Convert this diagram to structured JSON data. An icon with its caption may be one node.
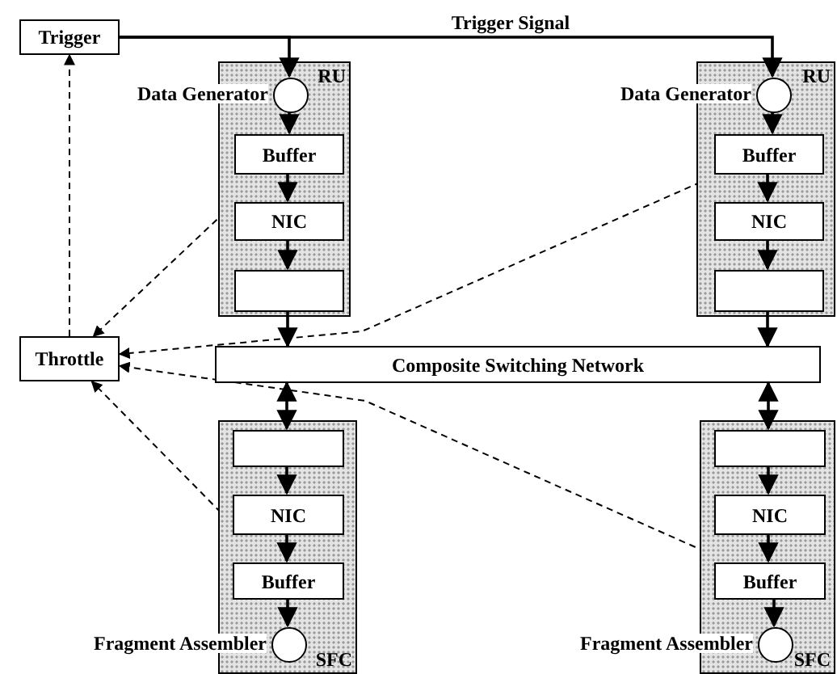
{
  "diagram": {
    "nodes": [
      {
        "text": [
          "Trigger"
        ]
      },
      {
        "text": [
          "RU"
        ]
      },
      {
        "text": [],
        "shape": "circle",
        "in": 1,
        "beside": [
          "Data Generator"
        ]
      },
      {
        "text": [
          "Buffer"
        ],
        "in": 1
      },
      {
        "text": [
          "NIC"
        ],
        "in": 1
      },
      {
        "text": [],
        "shape": "box",
        "in": 1
      },
      {
        "text": [
          "RU"
        ]
      },
      {
        "text": [],
        "shape": "circle",
        "in": 6,
        "beside": [
          "Data Generator"
        ]
      },
      {
        "text": [
          "Buffer"
        ],
        "in": 6
      },
      {
        "text": [
          "NIC"
        ],
        "in": 6
      },
      {
        "text": [],
        "shape": "box",
        "in": 6
      },
      {
        "text": [
          "Throttle"
        ]
      },
      {
        "text": [
          "Composite Switching Network"
        ]
      },
      {
        "text": [
          "SFC"
        ]
      },
      {
        "text": [],
        "shape": "box",
        "in": 13
      },
      {
        "text": [
          "NIC"
        ],
        "in": 13
      },
      {
        "text": [
          "Buffer"
        ],
        "in": 13
      },
      {
        "text": [],
        "shape": "circle",
        "in": 13,
        "beside": [
          "Fragment Assembler"
        ]
      },
      {
        "text": [
          "SFC"
        ]
      },
      {
        "text": [],
        "shape": "box",
        "in": 18
      },
      {
        "text": [
          "NIC"
        ],
        "in": 18
      },
      {
        "text": [
          "Buffer"
        ],
        "in": 18
      },
      {
        "text": [],
        "shape": "circle",
        "in": 18,
        "beside": [
          "Fragment Assembler"
        ]
      }
    ],
    "edges": [
      {
        "from": 0,
        "to": 2,
        "arrow": "to"
      },
      {
        "from": 0,
        "to": 7,
        "arrow": "to",
        "label": "Trigger Signal"
      },
      {
        "from": 11,
        "to": 0,
        "arrow": "to",
        "style": "dashed"
      },
      {
        "from": 2,
        "to": 3,
        "arrow": "to"
      },
      {
        "from": 3,
        "to": 4,
        "arrow": "to"
      },
      {
        "from": 4,
        "to": 5,
        "arrow": "to"
      },
      {
        "from": 5,
        "to": 12,
        "arrow": "to"
      },
      {
        "from": 7,
        "to": 8,
        "arrow": "to"
      },
      {
        "from": 8,
        "to": 9,
        "arrow": "to"
      },
      {
        "from": 9,
        "to": 10,
        "arrow": "to"
      },
      {
        "from": 10,
        "to": 12,
        "arrow": "to"
      },
      {
        "from": 12,
        "to": 14,
        "arrow": "both"
      },
      {
        "from": 12,
        "to": 19,
        "arrow": "both"
      },
      {
        "from": 14,
        "to": 15,
        "arrow": "to"
      },
      {
        "from": 15,
        "to": 16,
        "arrow": "to"
      },
      {
        "from": 16,
        "to": 17,
        "arrow": "to"
      },
      {
        "from": 19,
        "to": 20,
        "arrow": "to"
      },
      {
        "from": 20,
        "to": 21,
        "arrow": "to"
      },
      {
        "from": 21,
        "to": 22,
        "arrow": "to"
      },
      {
        "from": 3,
        "to": 11,
        "arrow": "to",
        "style": "dashed"
      },
      {
        "from": 8,
        "to": 11,
        "arrow": "to",
        "style": "dashed"
      },
      {
        "from": 16,
        "to": 11,
        "arrow": "to",
        "style": "dashed"
      },
      {
        "from": 21,
        "to": 11,
        "arrow": "to",
        "style": "dashed"
      }
    ]
  }
}
